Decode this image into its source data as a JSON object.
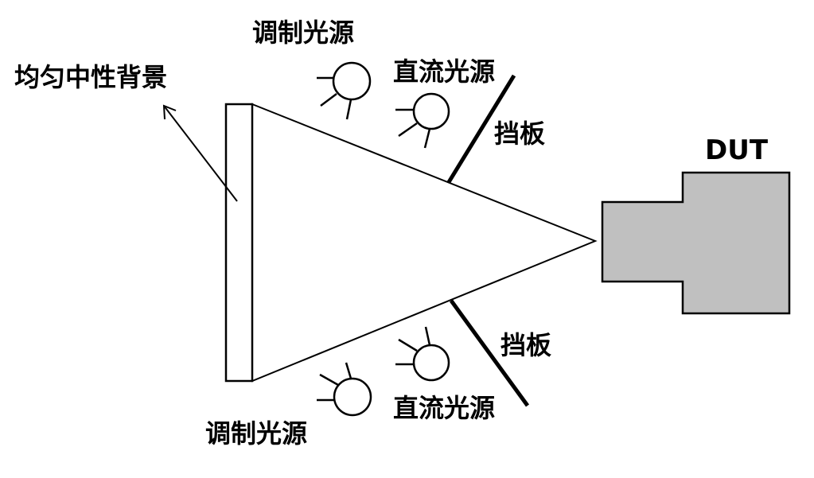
{
  "labels": {
    "background": "均匀中性背景",
    "modulated_top": "调制光源",
    "dc_top": "直流光源",
    "baffle_top": "挡板",
    "baffle_bottom": "挡板",
    "dc_bottom": "直流光源",
    "modulated_bottom": "调制光源",
    "dut": "DUT"
  },
  "colors": {
    "dut_fill": "#c0c0c0",
    "line": "#000000",
    "background": "#ffffff"
  }
}
